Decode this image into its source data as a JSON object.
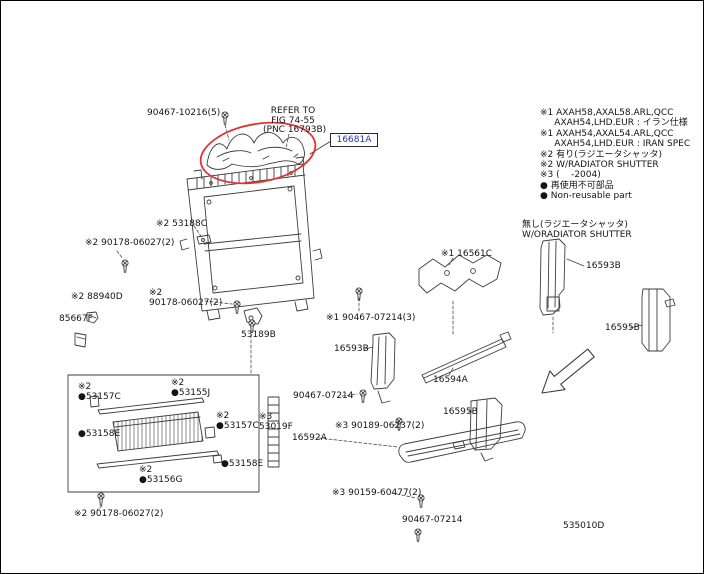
{
  "page": {
    "drawing_code": "535010D",
    "background": "#ffffff",
    "line_color": "#3d3d3d",
    "highlight_color": "#e03232",
    "selected_part_color": "#2233bb"
  },
  "top": {
    "bolt_label": "90467-10216(5)",
    "refer_note_1": "REFER TO",
    "refer_note_2": "FIG 74-55",
    "refer_note_3": "(PNC 16793B)",
    "highlighted_part": "16681A"
  },
  "left": {
    "l53188C": "※2 53188C",
    "l90178_top": "※2 90178-06027(2)",
    "l88940D": "※2 88940D",
    "l85667F": "85667F",
    "l90178_mid_mark": "※2",
    "l90178_mid": "90178-06027(2)",
    "l53189B": "53189B",
    "l90178_bottom": "※2 90178-06027(2)"
  },
  "shutter_box": {
    "mark2": "※2",
    "mark3": "※3",
    "l53157C_a": "●53157C",
    "l53155J": "●53155J",
    "l53158E_a": "●53158E",
    "l53157C_b": "●53157C",
    "l53158E_b": "●53158E",
    "l53156G": "●53156G",
    "l53019F": "53019F"
  },
  "center": {
    "l16561C": "※1 16561C",
    "l90467_07214_3": "※1 90467-07214(3)",
    "l16593B": "16593B",
    "l90467_07214_mid": "90467-07214",
    "l16594A": "16594A",
    "l16592A": "16592A",
    "l90189": "※3 90189-06237(2)",
    "l16595B": "16595B",
    "l90159": "※3 90159-60477(2)",
    "l90467_07214_bottom": "90467-07214"
  },
  "right_panel": {
    "title_jp": "無し(ラジエータシャッタ)",
    "title_en": "W/ORADIATOR SHUTTER",
    "l16593B": "16593B",
    "l16595B": "16595B"
  },
  "legend": {
    "lines": [
      "※1 AXAH58,AXAL58.ARL,QCC",
      "     AXAH54,LHD.EUR : イラン仕様",
      "※1 AXAH54,AXAL54.ARL,QCC",
      "     AXAH54,LHD.EUR : IRAN SPEC",
      "※2 有り(ラジエータシャッタ)",
      "※2 W/RADIATOR SHUTTER",
      "※3 (    -2004)",
      "● 再使用不可部品",
      "● Non-reusable part"
    ]
  }
}
